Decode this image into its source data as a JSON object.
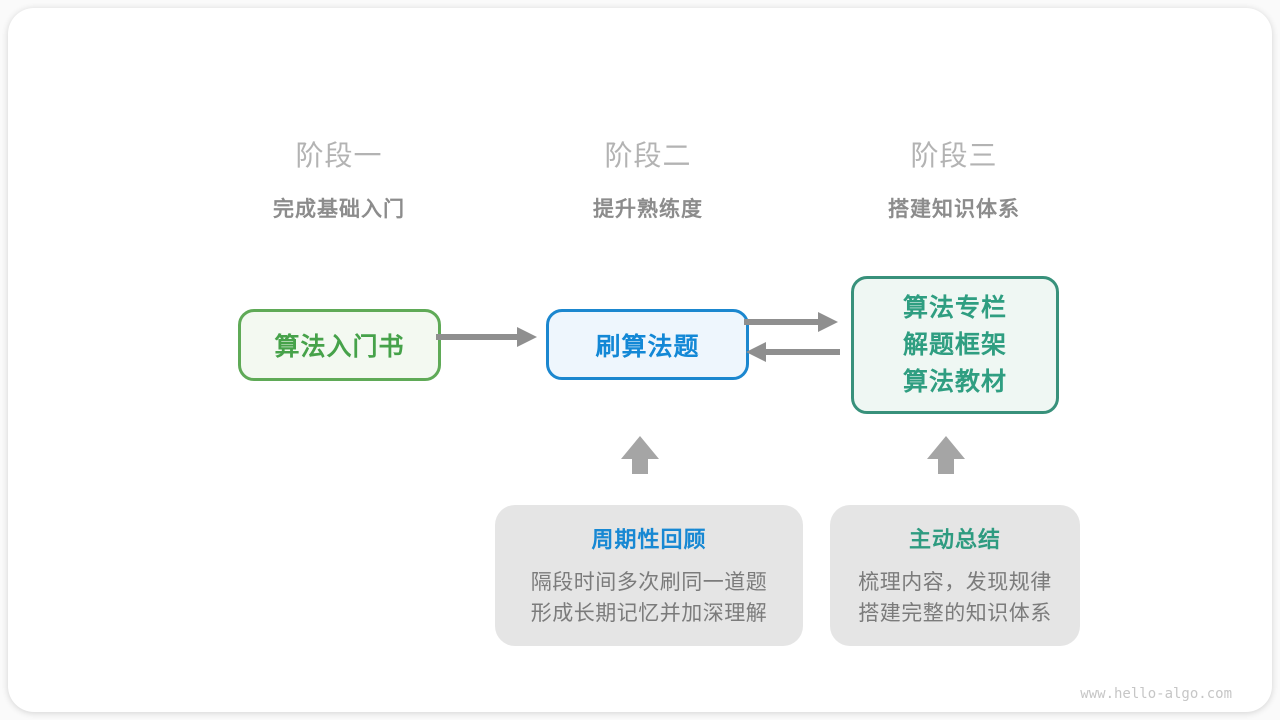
{
  "watermark": "www.hello-algo.com",
  "stages": [
    {
      "label": "阶段一",
      "subtitle": "完成基础入门"
    },
    {
      "label": "阶段二",
      "subtitle": "提升熟练度"
    },
    {
      "label": "阶段三",
      "subtitle": "搭建知识体系"
    }
  ],
  "nodes": {
    "intro_book": {
      "label": "算法入门书",
      "border_color": "#5faa57",
      "fill_color": "#f3f9f1",
      "text_color": "#46a24a"
    },
    "practice": {
      "label": "刷算法题",
      "border_color": "#1b87cf",
      "fill_color": "#eef6fd",
      "text_color": "#1388d6"
    },
    "knowledge": {
      "lines": [
        "算法专栏",
        "解题框架",
        "算法教材"
      ],
      "border_color": "#38917b",
      "fill_color": "#eff7f3",
      "text_color": "#2f9e81"
    }
  },
  "notes": [
    {
      "title": "周期性回顾",
      "title_color": "#1788d3",
      "lines": [
        "隔段时间多次刷同一道题",
        "形成长期记忆并加深理解"
      ]
    },
    {
      "title": "主动总结",
      "title_color": "#2e9b80",
      "lines": [
        "梳理内容，发现规律",
        "搭建完整的知识体系"
      ]
    }
  ],
  "colors": {
    "stage_label": "#b3b3b3",
    "stage_subtitle": "#8c8c8c",
    "arrow": "#8f8f8f",
    "up_arrow": "#a5a5a5",
    "note_bg": "#e5e5e5",
    "note_text": "#7b7b7b",
    "watermark": "#c6c6c6"
  }
}
